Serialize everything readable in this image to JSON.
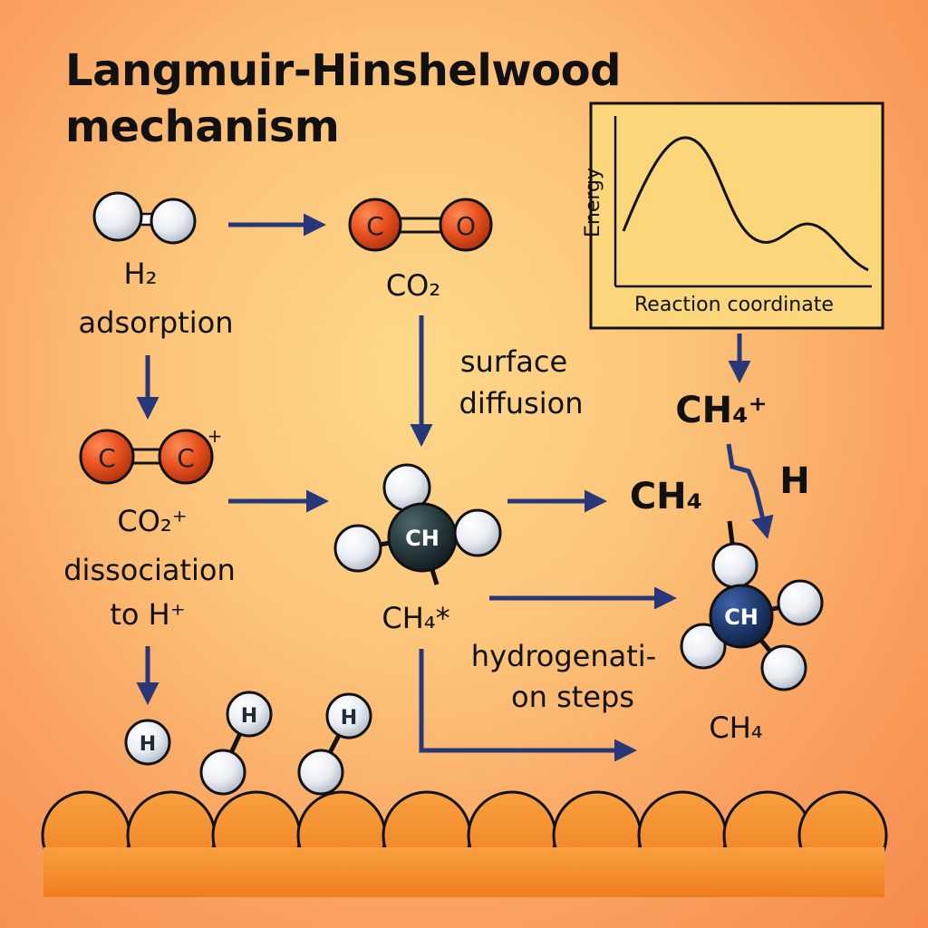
{
  "title": {
    "line1": "Langmuir-Hinshelwood",
    "line2": "mechanism"
  },
  "energy_plot": {
    "ylabel": "Energy",
    "xlabel": "Reaction coordinate"
  },
  "labels": {
    "h2": "H₂",
    "adsorption": "adsorption",
    "co2": "CO₂",
    "surface": "surface",
    "diffusion": "diffusion",
    "co2_plus": "CO₂⁺",
    "dissociation": "dissociation",
    "to_h_plus": "to H⁺",
    "ch4_star": "CH₄*",
    "hydrogenation_1": "hydrogenati-",
    "hydrogenation_2": "on steps",
    "ch4_mid": "CH₄",
    "ch4_plus": "CH₄⁺",
    "h": "H",
    "ch4_bottom": "CH₄"
  },
  "atoms": {
    "c_left": "C",
    "o_right": "O",
    "c_a": "C",
    "c_b": "C",
    "ch_center": "CH",
    "ch_right": "CH",
    "h_1": "H",
    "h_2": "H",
    "h_3": "H"
  },
  "colors": {
    "arrow": "#27377a",
    "oxygen_red": "#e8521f",
    "hydrogen_white": "#f2f4f8",
    "carbon_dark": "#263a40",
    "carbon_blue": "#1f3a6e",
    "surface_orange": "#f7932b",
    "plot_bg": "#fcd67a"
  }
}
